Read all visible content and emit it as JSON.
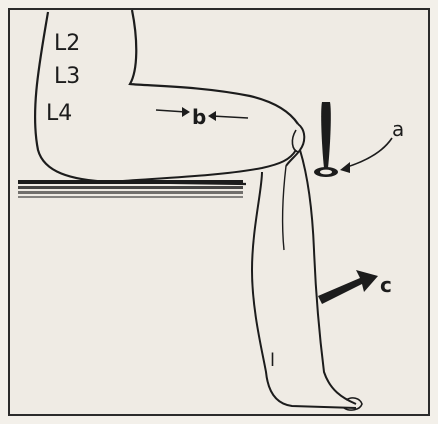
{
  "labels": {
    "vertebra_1": "L2",
    "vertebra_2": "L3",
    "vertebra_3": "L4",
    "marker_a": "a",
    "marker_b": "b",
    "marker_c": "c",
    "marker_l": "l"
  },
  "colors": {
    "ink": "#1c1c1c",
    "paper": "#efebe4"
  }
}
